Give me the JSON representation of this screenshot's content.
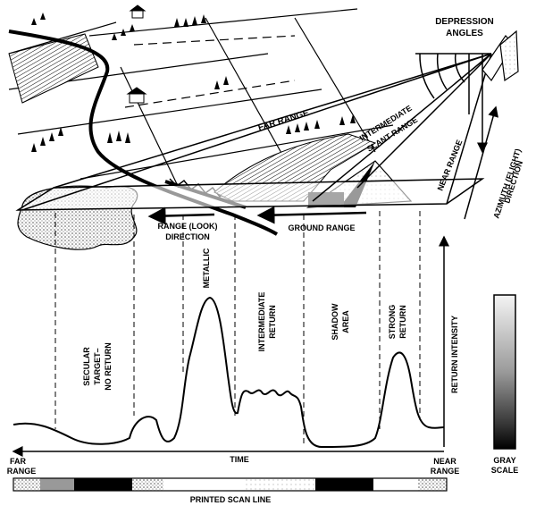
{
  "labels": {
    "depression_angles_1": "DEPRESSION",
    "depression_angles_2": "ANGLES",
    "far_range_beam": "FAR RANGE",
    "intermediate_slant_1": "INTERMEDIATE",
    "intermediate_slant_2": "SLANT RANGE",
    "near_range_beam": "NEAR RANGE",
    "azimuth_1": "AZIMUTH (FLIGHT)",
    "azimuth_2": "DIRECTION",
    "range_look_1": "RANGE (LOOK)",
    "range_look_2": "DIRECTION",
    "ground_range": "GROUND RANGE",
    "secular_1": "SECULAR",
    "secular_2": "TARGET–",
    "secular_3": "NO RETURN",
    "metallic": "METALLIC",
    "intermediate_1": "INTERMEDIATE",
    "intermediate_2": "RETURN",
    "shadow_1": "SHADOW",
    "shadow_2": "AREA",
    "strong_1": "STRONG",
    "strong_2": "RETURN",
    "return_intensity": "RETURN INTENSITY",
    "time": "TIME",
    "far_range_1": "FAR",
    "far_range_2": "RANGE",
    "near_range_1": "NEAR",
    "near_range_2": "RANGE",
    "gray_scale_1": "GRAY",
    "gray_scale_2": "SCALE",
    "printed_scan_line": "PRINTED SCAN LINE"
  },
  "colors": {
    "ink": "#000000",
    "paper": "#ffffff",
    "stipple": "#9a9a9a"
  }
}
